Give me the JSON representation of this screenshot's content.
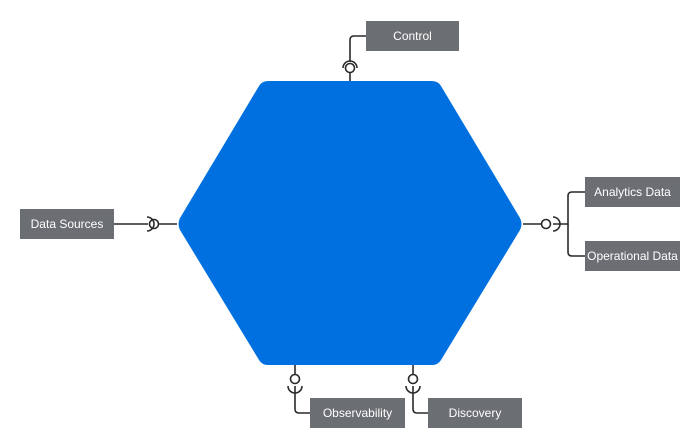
{
  "colors": {
    "hexagon": "#0070e0",
    "label_bg": "#6b6f73",
    "label_text": "#ffffff",
    "connector": "#2a2a2a"
  },
  "labels": {
    "control": "Control",
    "data_sources": "Data Sources",
    "analytics_data": "Analytics Data",
    "operational_data": "Operational Data",
    "observability": "Observability",
    "discovery": "Discovery"
  }
}
